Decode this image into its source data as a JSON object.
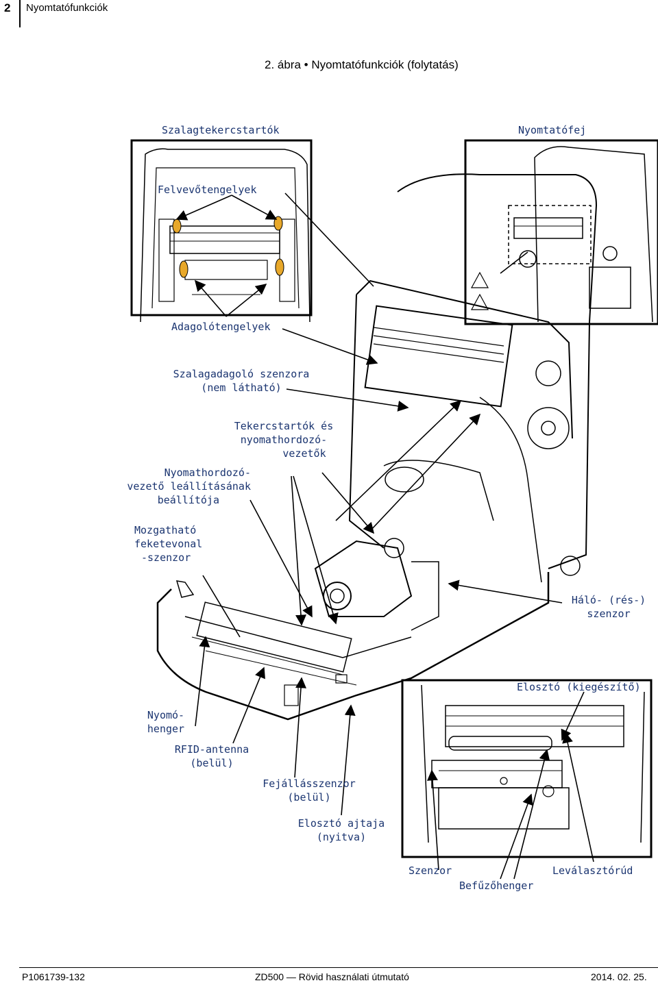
{
  "header": {
    "page_number": "2",
    "section_title": "Nyomtatófunkciók"
  },
  "figure_title": "2. ábra • Nyomtatófunkciók (folytatás)",
  "callouts": {
    "ribbon_holders": "Szalagtekercstartók",
    "printhead": "Nyomtatófej",
    "take_up_spindles": "Felvevőtengelyek",
    "supply_spindles": "Adagolótengelyek",
    "ribbon_sensor_1": "Szalagadagoló szenzora",
    "ribbon_sensor_2": "(nem látható)",
    "roll_holders_1": "Tekercstartók és",
    "roll_holders_2": "nyomathordozó-",
    "roll_holders_3": "vezetők",
    "guide_stop_1": "Nyomathordozó-",
    "guide_stop_2": "vezető leállításának",
    "guide_stop_3": "beállítója",
    "black_mark_1": "Mozgatható",
    "black_mark_2": "feketevonal",
    "black_mark_3": "-szenzor",
    "gap_sensor_1": "Háló- (rés-)",
    "gap_sensor_2": "szenzor",
    "dispenser_option": "Elosztó (kiegészítő)",
    "platen_1": "Nyomó-",
    "platen_2": "henger",
    "rfid_1": "RFID-antenna",
    "rfid_2": "(belül)",
    "head_up_1": "Fejállásszenzor",
    "head_up_2": "(belül)",
    "door_1": "Elosztó ajtaja",
    "door_2": "(nyitva)",
    "sensor": "Szenzor",
    "peel_bar": "Leválasztórúd",
    "pinch_roller": "Befűzőhenger"
  },
  "footer": {
    "doc_id": "P1061739-132",
    "manual": "ZD500 — Rövid használati útmutató",
    "date": "2014. 02. 25."
  }
}
